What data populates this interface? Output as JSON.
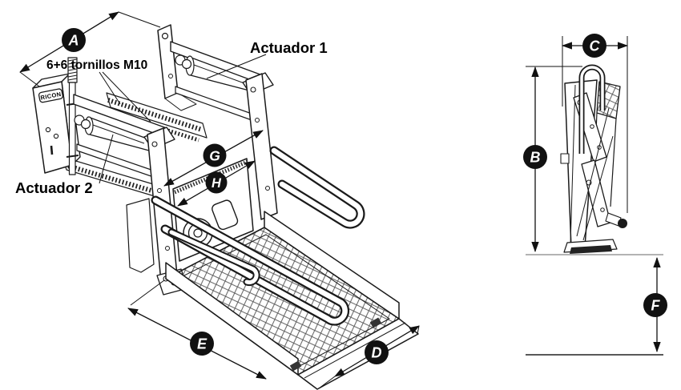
{
  "diagram": {
    "brand": "RICON",
    "labels": {
      "actuator1": "Actuador 1",
      "actuator2": "Actuador 2",
      "bolts": "6+6 tornillos M10"
    },
    "badges": {
      "A": "A",
      "B": "B",
      "C": "C",
      "D": "D",
      "E": "E",
      "F": "F",
      "G": "G",
      "H": "H"
    },
    "colors": {
      "line": "#1a1a1a",
      "badge_bg": "#111111",
      "badge_text": "#ffffff",
      "floor_line": "#9a9a9a"
    }
  }
}
